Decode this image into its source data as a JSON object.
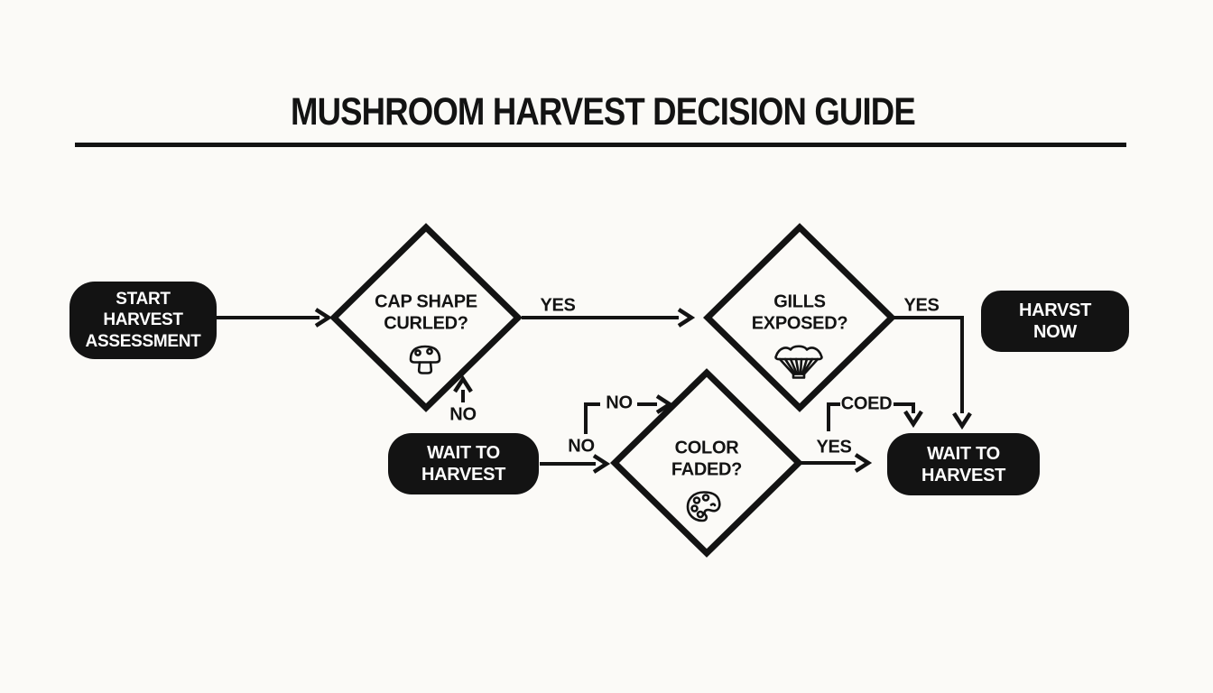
{
  "title": "MUSHROOM HARVEST DECISION GUIDE",
  "colors": {
    "ink": "#131313",
    "background": "#fbfaf7",
    "node_fill": "#131313",
    "node_text": "#ffffff"
  },
  "nodes": {
    "start": {
      "type": "terminal",
      "label": "START\nHARVEST\nASSESSMENT"
    },
    "cap_shape": {
      "type": "decision",
      "label": "CAP SHAPE\nCURLED?",
      "icon": "mushroom-icon"
    },
    "gills": {
      "type": "decision",
      "label": "GILLS\nEXPOSED?",
      "icon": "gills-icon"
    },
    "color_faded": {
      "type": "decision",
      "label": "COLOR\nFADED?",
      "icon": "palette-icon"
    },
    "harvest_now": {
      "type": "terminal",
      "label": "HARVST\nNOW"
    },
    "wait_left": {
      "type": "terminal",
      "label": "WAIT TO\nHARVEST"
    },
    "wait_right": {
      "type": "terminal",
      "label": "WAIT TO\nHARVEST"
    }
  },
  "edge_labels": {
    "cap_yes": "YES",
    "gills_yes": "YES",
    "cap_no": "NO",
    "wait_no": "NO",
    "bracket_no": "NO",
    "color_yes": "YES",
    "coed": "COED"
  }
}
